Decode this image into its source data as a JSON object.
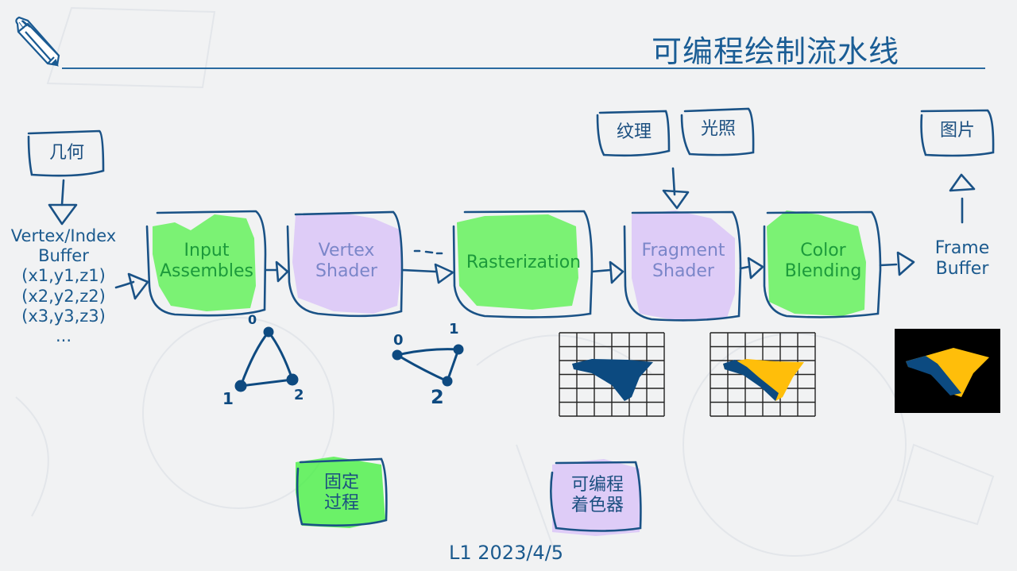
{
  "slide": {
    "title": "可编程绘制流水线",
    "footer": "L1 2023/4/5",
    "icons": [
      "pencil-icon"
    ]
  },
  "inputs": {
    "geometry_box": "几何",
    "texture_box": "纹理",
    "lighting_box": "光照",
    "image_box": "图片"
  },
  "source": {
    "line1": "Vertex/Index",
    "line2": "Buffer",
    "line3": "(x1,y1,z1)",
    "line4": "(x2,y2,z2)",
    "line5": "(x3,y3,z3)",
    "line6": "..."
  },
  "stages": [
    {
      "line1": "Input",
      "line2": "Assembles",
      "type": "fixed"
    },
    {
      "line1": "Vertex",
      "line2": "Shader",
      "type": "programmable"
    },
    {
      "line1": "Rasterization",
      "line2": "",
      "type": "fixed"
    },
    {
      "line1": "Fragment",
      "line2": "Shader",
      "type": "programmable"
    },
    {
      "line1": "Color",
      "line2": "Blending",
      "type": "fixed"
    }
  ],
  "output": {
    "line1": "Frame",
    "line2": "Buffer"
  },
  "triangles": {
    "input_labels": [
      "0",
      "1",
      "2"
    ],
    "vertex_labels": [
      "0",
      "1",
      "2"
    ]
  },
  "legend": {
    "fixed": {
      "line1": "固定",
      "line2": "过程"
    },
    "programmable": {
      "line1": "可编程",
      "line2": "着色器"
    }
  },
  "colors": {
    "ink": "#1a5286",
    "fixed_fill": "#6ef266",
    "programmable_fill": "#dcc8f7",
    "fragment_blue": "#0c4a80",
    "fragment_yellow": "#ffbe0a"
  }
}
